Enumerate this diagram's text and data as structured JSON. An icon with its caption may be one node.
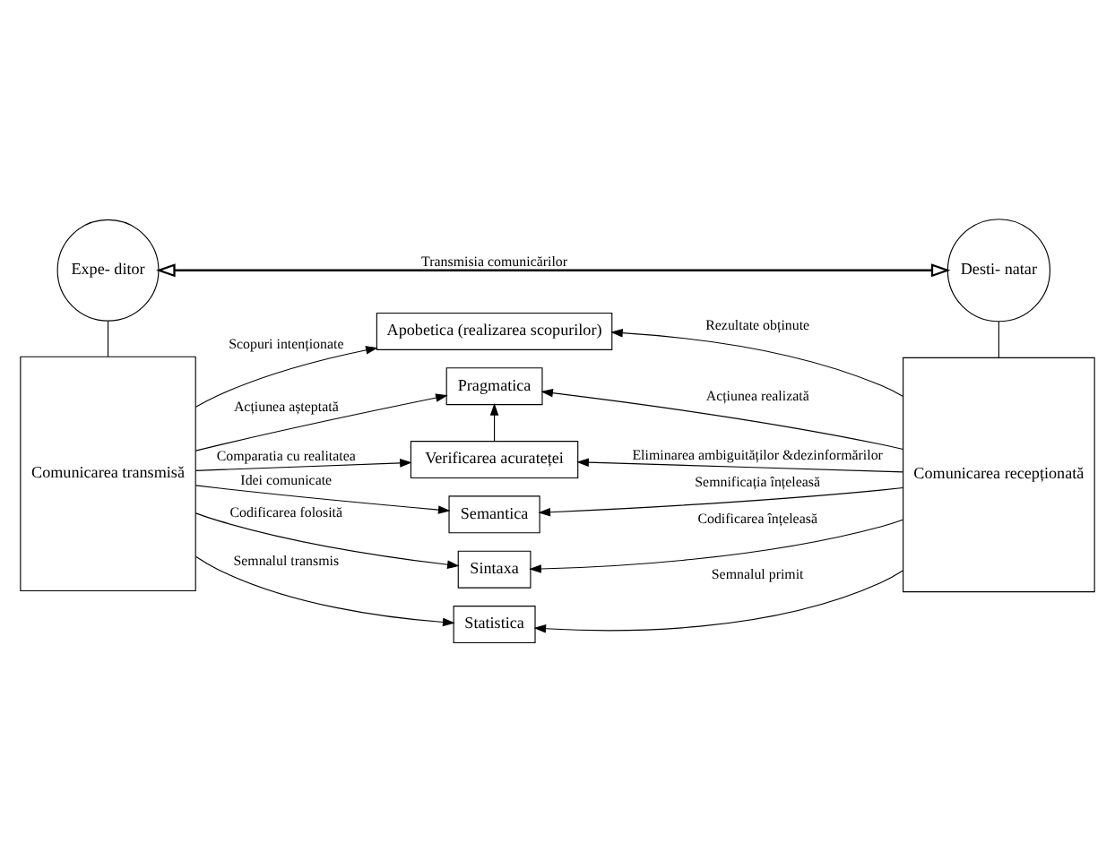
{
  "diagram": {
    "nodes": [
      {
        "text": [
          "Comunicarea transmisă"
        ]
      },
      {
        "text": [
          "Apobetica (realizarea scopurilor)"
        ]
      },
      {
        "text": [
          "Pragmatica"
        ]
      },
      {
        "text": [
          "Verificarea acurateței"
        ]
      },
      {
        "text": [
          "Semantica"
        ]
      },
      {
        "text": [
          "Sintaxa"
        ]
      },
      {
        "text": [
          "Statistica"
        ]
      },
      {
        "text": [
          "Comunicarea recepționată"
        ]
      },
      {
        "text": [
          "Expe- ditor"
        ]
      },
      {
        "text": [
          "Desti- natar"
        ]
      }
    ],
    "edges": [
      {
        "from": 0,
        "to": 1,
        "arrow": "to",
        "label": "Scopuri intenționate"
      },
      {
        "from": 0,
        "to": 2,
        "arrow": "to",
        "label": "Acțiunea așteptată"
      },
      {
        "from": 0,
        "to": 3,
        "arrow": "to",
        "label": "Comparatia cu realitatea"
      },
      {
        "from": 0,
        "to": 4,
        "arrow": "to",
        "label": "Idei comunicate"
      },
      {
        "from": 0,
        "to": 5,
        "arrow": "to",
        "label": "Codificarea folosită"
      },
      {
        "from": 0,
        "to": 6,
        "arrow": "to",
        "label": "Semnalul transmis"
      },
      {
        "from": 7,
        "to": 1,
        "arrow": "to",
        "label": "Rezultate obținute"
      },
      {
        "from": 7,
        "to": 2,
        "arrow": "to",
        "label": "Acțiunea realizată"
      },
      {
        "from": 7,
        "to": 3,
        "arrow": "to",
        "label": "Eliminarea ambiguităților &dezinformărilor"
      },
      {
        "from": 7,
        "to": 4,
        "arrow": "to",
        "label": "Semnificația înțeleasă"
      },
      {
        "from": 7,
        "to": 5,
        "arrow": "to",
        "label": "Codificarea înțeleasă"
      },
      {
        "from": 7,
        "to": 6,
        "arrow": "to",
        "label": "Semnalul primit"
      },
      {
        "from": 3,
        "to": 2,
        "arrow": "to"
      },
      {
        "from": 8,
        "to": 0,
        "arrow": "none"
      },
      {
        "from": 9,
        "to": 7,
        "arrow": "none"
      },
      {
        "from": 8,
        "to": 9,
        "arrow": "both",
        "label": "Transmisia comunicărilor"
      }
    ]
  }
}
